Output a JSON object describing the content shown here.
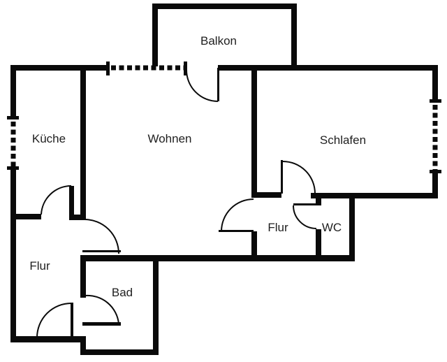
{
  "colors": {
    "wall": "#0a0a0a",
    "background": "#ffffff",
    "text": "#1f1f1f"
  },
  "rooms": {
    "balkon": {
      "label": "Balkon"
    },
    "kueche": {
      "label": "Küche"
    },
    "wohnen": {
      "label": "Wohnen"
    },
    "schlafen": {
      "label": "Schlafen"
    },
    "flur_mitte": {
      "label": "Flur"
    },
    "wc": {
      "label": "WC"
    },
    "flur_eingang": {
      "label": "Flur"
    },
    "bad": {
      "label": "Bad"
    }
  }
}
